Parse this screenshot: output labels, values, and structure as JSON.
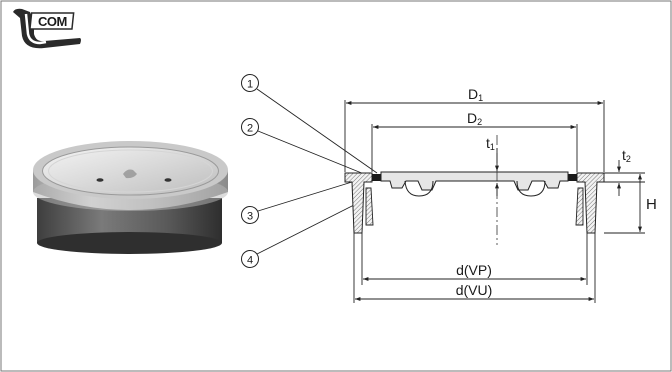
{
  "logo": {
    "text": "COM",
    "icon": "icom-pipe-logo"
  },
  "callouts": [
    "1",
    "2",
    "3",
    "4"
  ],
  "dimensions": {
    "D1": {
      "main": "D",
      "sub": "1"
    },
    "D2": {
      "main": "D",
      "sub": "2"
    },
    "t1": {
      "main": "t",
      "sub": "1"
    },
    "t2": {
      "main": "t",
      "sub": "2"
    },
    "H": "H",
    "dVP": "d(VP)",
    "dVU": "d(VU)"
  },
  "product_photo": {
    "icon": "round-cleanout-cover-photo"
  }
}
